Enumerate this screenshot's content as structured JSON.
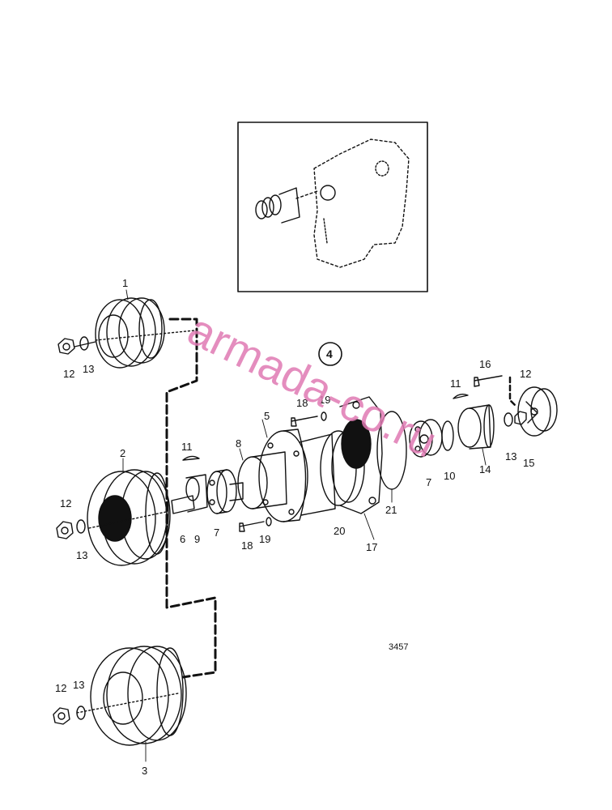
{
  "callouts": [
    {
      "id": "c1",
      "text": "1"
    },
    {
      "id": "c2",
      "text": "2"
    },
    {
      "id": "c3",
      "text": "3"
    },
    {
      "id": "c5",
      "text": "5"
    },
    {
      "id": "c6",
      "text": "6"
    },
    {
      "id": "c7a",
      "text": "7"
    },
    {
      "id": "c7b",
      "text": "7"
    },
    {
      "id": "c8",
      "text": "8"
    },
    {
      "id": "c9",
      "text": "9"
    },
    {
      "id": "c10",
      "text": "10"
    },
    {
      "id": "c11a",
      "text": "11"
    },
    {
      "id": "c11b",
      "text": "11"
    },
    {
      "id": "c12a",
      "text": "12"
    },
    {
      "id": "c12b",
      "text": "12"
    },
    {
      "id": "c12c",
      "text": "12"
    },
    {
      "id": "c12d",
      "text": "12"
    },
    {
      "id": "c13a",
      "text": "13"
    },
    {
      "id": "c13b",
      "text": "13"
    },
    {
      "id": "c13c",
      "text": "13"
    },
    {
      "id": "c13d",
      "text": "13"
    },
    {
      "id": "c14",
      "text": "14"
    },
    {
      "id": "c15",
      "text": "15"
    },
    {
      "id": "c16",
      "text": "16"
    },
    {
      "id": "c17",
      "text": "17"
    },
    {
      "id": "c18a",
      "text": "18"
    },
    {
      "id": "c18b",
      "text": "18"
    },
    {
      "id": "c19a",
      "text": "19"
    },
    {
      "id": "c19b",
      "text": "19"
    },
    {
      "id": "c20",
      "text": "20"
    },
    {
      "id": "c21",
      "text": "21"
    }
  ],
  "group_marker": "4",
  "figure_number": "3457",
  "watermark": "armada-co.ru",
  "colors": {
    "ink": "#111111",
    "watermark": "#e07ab3",
    "background": "#ffffff"
  }
}
